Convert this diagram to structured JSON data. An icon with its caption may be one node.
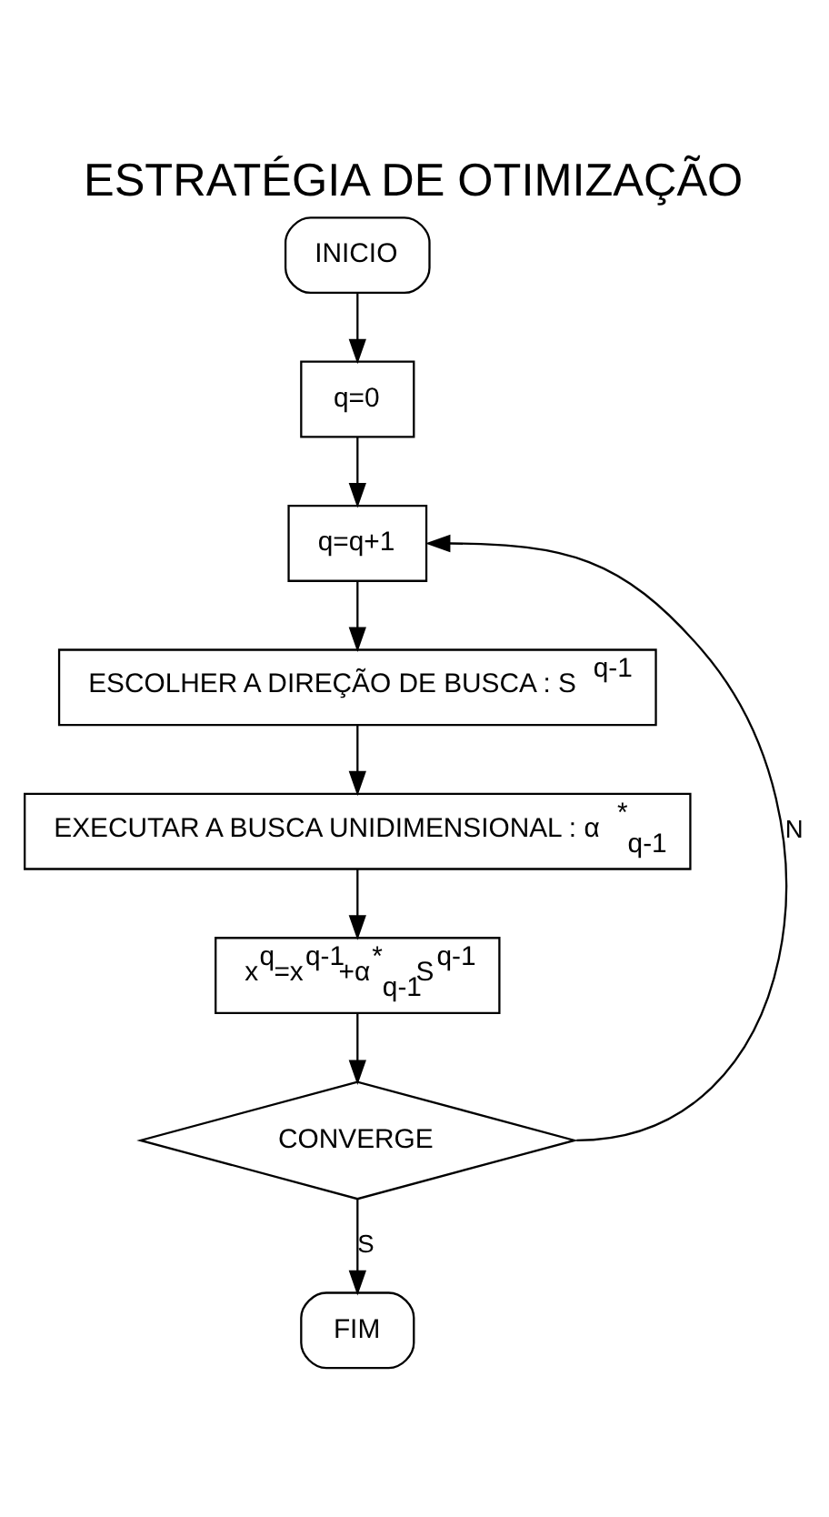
{
  "diagram": {
    "title": "ESTRATÉGIA DE OTIMIZAÇÃO",
    "nodes": [
      {
        "text": [
          "INICIO"
        ]
      },
      {
        "text": [
          "q=0"
        ]
      },
      {
        "text": [
          "q=q+1"
        ]
      },
      {
        "text": [
          "ESCOLHER A DIREÇÃO DE BUSCA : S$^{q-1}$"
        ]
      },
      {
        "text": [
          "EXECUTAR A BUSCA UNIDIMENSIONAL : α$^{*}$$_{q-1}$"
        ]
      },
      {
        "text": [
          "x$^{q}$=x$^{q-1}$+α$^{*}$$_{q-1}$S$^{q-1}$"
        ]
      },
      {
        "text": [
          "CONVERGE"
        ]
      },
      {
        "text": [
          "FIM"
        ]
      }
    ],
    "edges": [
      {
        "from": 0,
        "to": 1,
        "arrow": "to"
      },
      {
        "from": 1,
        "to": 2,
        "arrow": "to"
      },
      {
        "from": 2,
        "to": 3,
        "arrow": "to"
      },
      {
        "from": 3,
        "to": 4,
        "arrow": "to"
      },
      {
        "from": 4,
        "to": 5,
        "arrow": "to"
      },
      {
        "from": 5,
        "to": 6,
        "arrow": "to"
      },
      {
        "from": 6,
        "to": 7,
        "arrow": "to",
        "label": "S"
      },
      {
        "from": 6,
        "to": 2,
        "arrow": "to",
        "label": "N"
      }
    ]
  }
}
